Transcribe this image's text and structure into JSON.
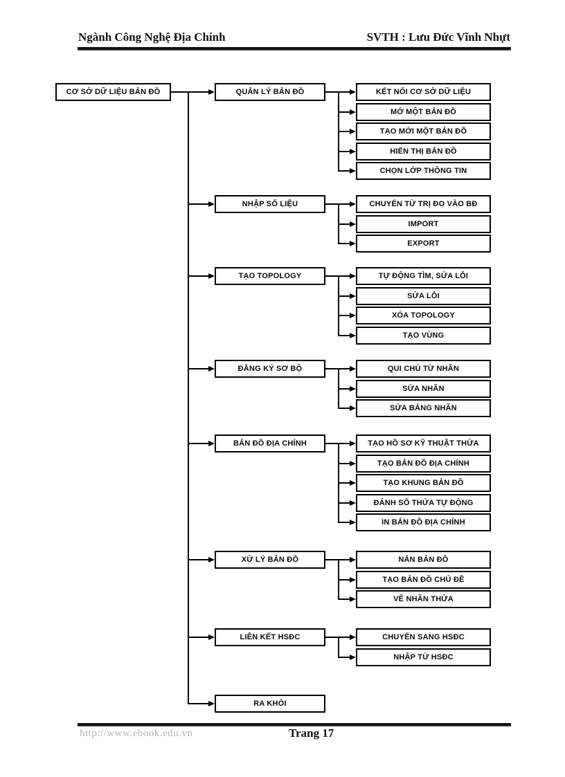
{
  "page": {
    "header": {
      "left": "Ngành Công Nghệ Địa Chính",
      "right": "SVTH : Lưu Đức Vĩnh Nhựt"
    },
    "footer": {
      "url": "http://www.ebook.edu.vn",
      "page_label": "Trang 17"
    }
  },
  "diagram": {
    "root_label": "CƠ SỞ DỮ LIỆU BẢN ĐỒ",
    "colors": {
      "line": "#000000",
      "box_border": "#000000",
      "box_background": "#ffffff",
      "text": "#0a0a0a"
    },
    "groups": [
      {
        "label": "QUẢN LÝ BẢN ĐỒ",
        "children": [
          "KẾT NỐI CƠ SỞ DỮ LIỆU",
          "MỞ MỘT BẢN ĐỒ",
          "TẠO MỚI MỘT BẢN ĐỒ",
          "HIỂN THỊ BẢN ĐỒ",
          "CHỌN LỚP THÔNG TIN"
        ]
      },
      {
        "label": "NHẬP SỐ LIỆU",
        "children": [
          "CHUYỂN TỪ TRỊ ĐO VÀO BĐ",
          "IMPORT",
          "EXPORT"
        ]
      },
      {
        "label": "TẠO TOPOLOGY",
        "children": [
          "TỰ ĐỘNG TÌM, SỬA LỖI",
          "SỬA LỖI",
          "XÓA TOPOLOGY",
          "TẠO VÙNG"
        ]
      },
      {
        "label": "ĐĂNG KÝ SƠ BỘ",
        "children": [
          "QUI CHỦ TỪ NHÃN",
          "SỬA NHÃN",
          "SỬA BẢNG NHÃN"
        ]
      },
      {
        "label": "BẢN ĐỒ ĐỊA CHÍNH",
        "children": [
          "TẠO HỒ SƠ KỸ THUẬT THỬA",
          "TẠO BẢN ĐỒ ĐỊA CHÍNH",
          "TẠO KHUNG BẢN ĐỒ",
          "ĐÁNH SỐ THỬA TỰ ĐỘNG",
          "IN BẢN ĐỒ ĐỊA CHÍNH"
        ]
      },
      {
        "label": "XỬ LÝ BẢN ĐỒ",
        "children": [
          "NẮN BẢN ĐỒ",
          "TẠO BẢN ĐỒ CHỦ ĐỀ",
          "VẼ NHÃN THỬA"
        ]
      },
      {
        "label": "LIÊN KẾT HSĐC",
        "children": [
          "CHUYỂN SANG HSĐC",
          "NHẬP TỪ HSĐC"
        ]
      },
      {
        "label": "RA KHỎI",
        "children": []
      }
    ]
  }
}
